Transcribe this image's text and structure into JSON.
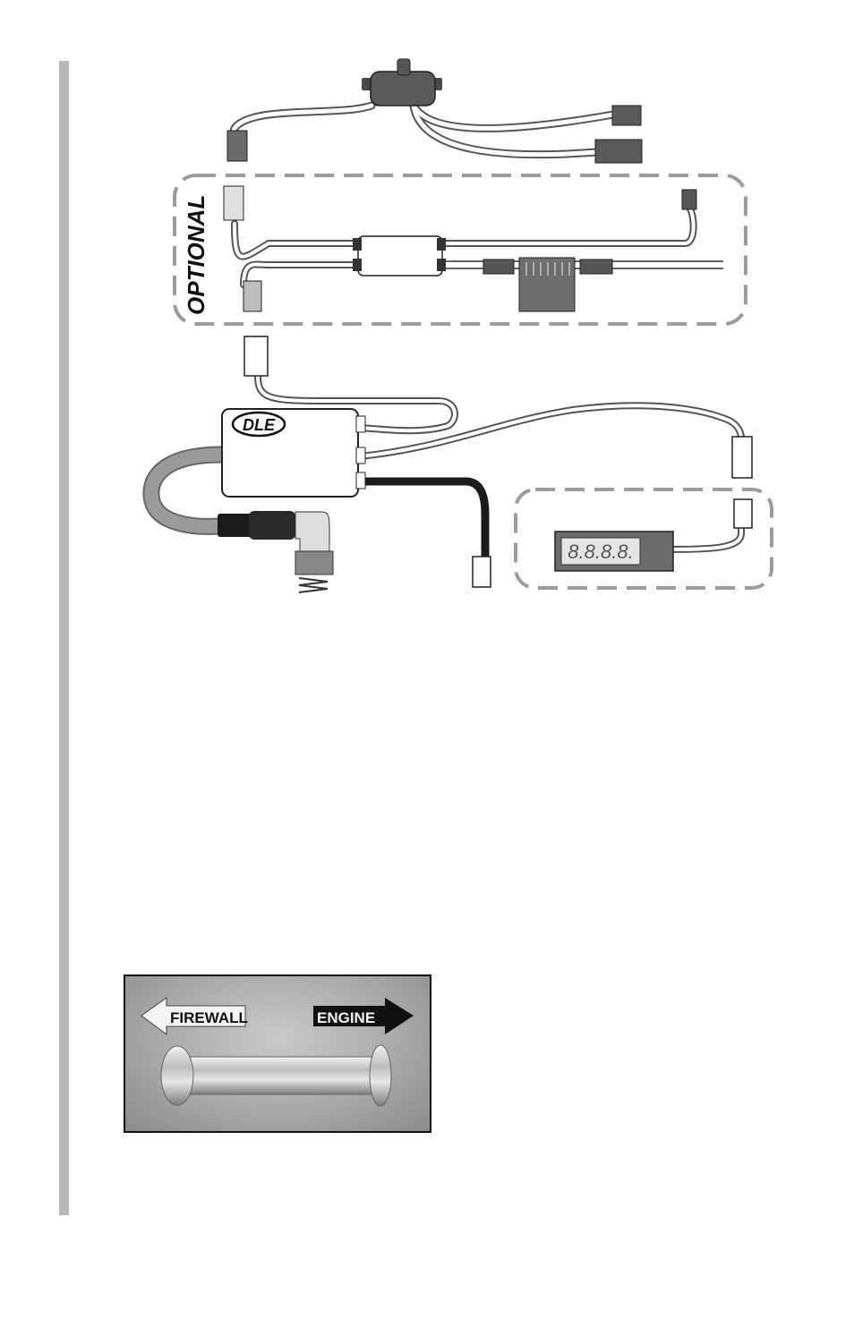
{
  "diagram": {
    "optional_label_top": "OPTIONAL",
    "brand_logo": "DLE",
    "display_readout": "8.8.8.8."
  },
  "photo": {
    "arrow_left_label": "FIREWALL",
    "arrow_right_label": "ENGINE"
  },
  "colors": {
    "sidebar": "#b7b8ba",
    "dashed_outline": "#9c9c9c",
    "component_gray": "#6b6b6b"
  }
}
